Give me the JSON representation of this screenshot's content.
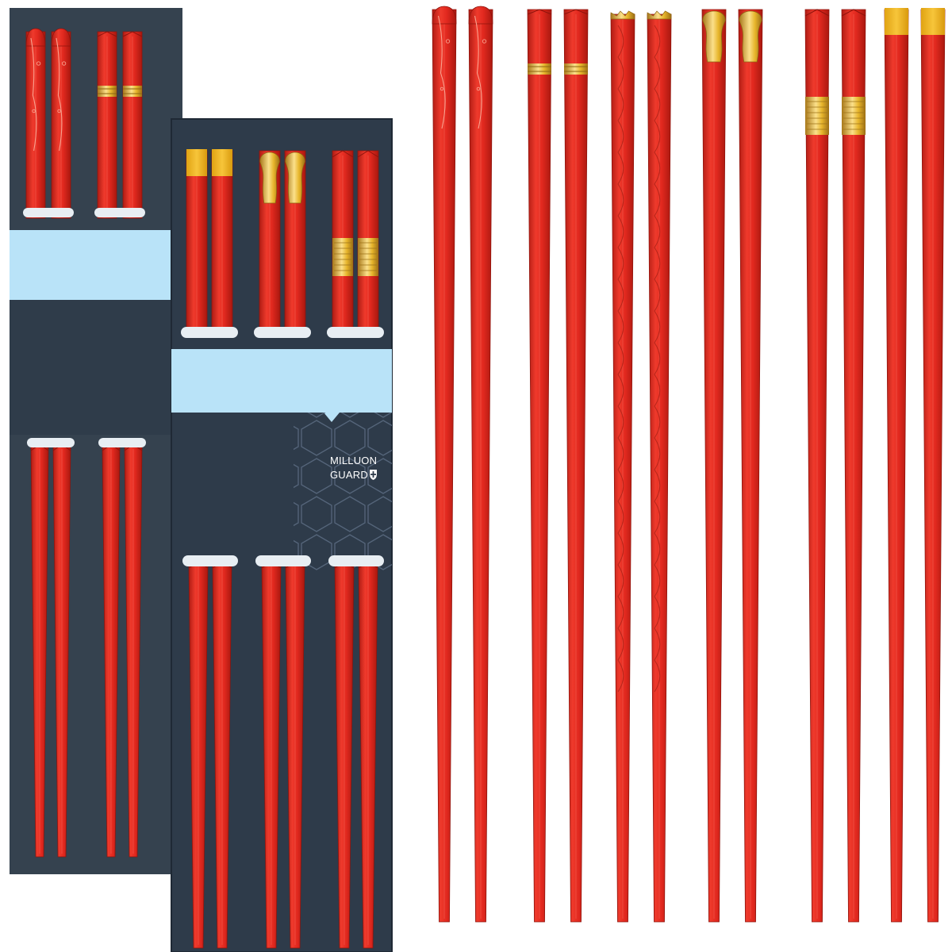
{
  "product_photo": {
    "brand": {
      "line1": "MILLUON",
      "line2": "GUARD",
      "mark": "shield-plus-icon"
    },
    "colors": {
      "background": "#ffffff",
      "box": "#2e3b4a",
      "box_back": "#3a4756",
      "label_band": "#b9e3f8",
      "chopstick": "#e2291f",
      "chopstick_dark": "#b01c14",
      "gold": "#e7b52b",
      "gold_dark": "#a8781a"
    },
    "chopstick_pairs": [
      {
        "style": "engraved-tip"
      },
      {
        "style": "gold-ring"
      },
      {
        "style": "crown-cap"
      },
      {
        "style": "gold-knob"
      },
      {
        "style": "gold-band"
      },
      {
        "style": "gold-cap"
      }
    ],
    "pair_count": 6
  }
}
